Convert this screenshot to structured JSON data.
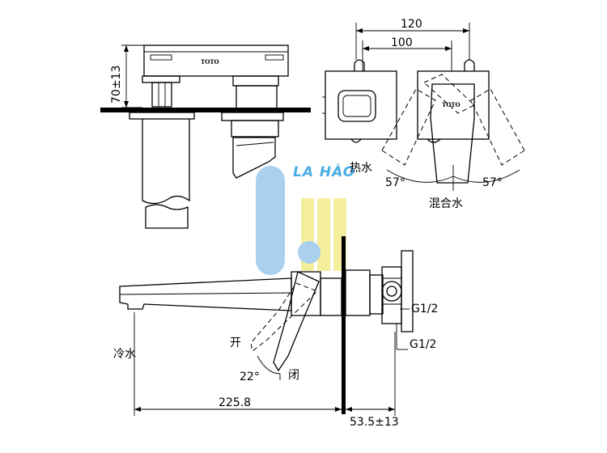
{
  "dimensions": {
    "height_range": "70±13",
    "width_outer": "120",
    "width_inner": "100",
    "spout_length": "225.8",
    "wall_depth": "53.5±13"
  },
  "labels": {
    "hot_water": "热水",
    "mixed_water": "混合水",
    "cold_water": "冷水",
    "open": "开",
    "close": "闭",
    "angle_left": "57°",
    "angle_right": "57°",
    "handle_angle": "22°",
    "thread_top": "G1/2",
    "thread_bottom": "G1/2",
    "brand_top": "TOTO",
    "brand_front": "TOTO"
  },
  "watermark": {
    "text": "LA HÀO",
    "color_blue": "#9cc8ec",
    "color_yellow": "#f4ec8c"
  }
}
